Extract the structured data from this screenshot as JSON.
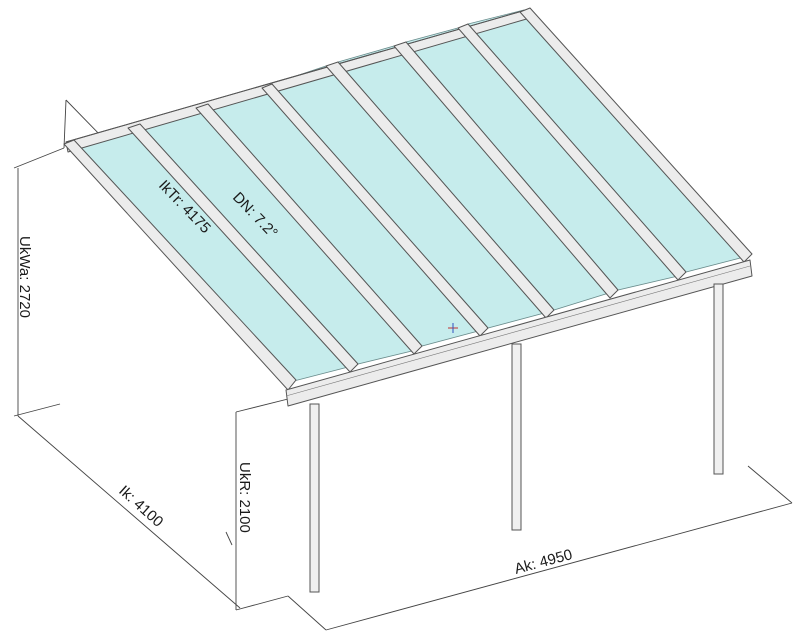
{
  "diagram": {
    "labels": {
      "ukwa": "UkWa: 2720",
      "ukr": "UkR: 2100",
      "ik": "Ik: 4100",
      "ak": "Ak: 4950",
      "iktr": "IkTr: 4175",
      "dn": "DN: 7.2°"
    },
    "colors": {
      "glass": "#c6ecec",
      "frame": "#ececec",
      "outline": "#555555",
      "marker": "#c03030"
    },
    "panels": 7,
    "posts": 3
  }
}
